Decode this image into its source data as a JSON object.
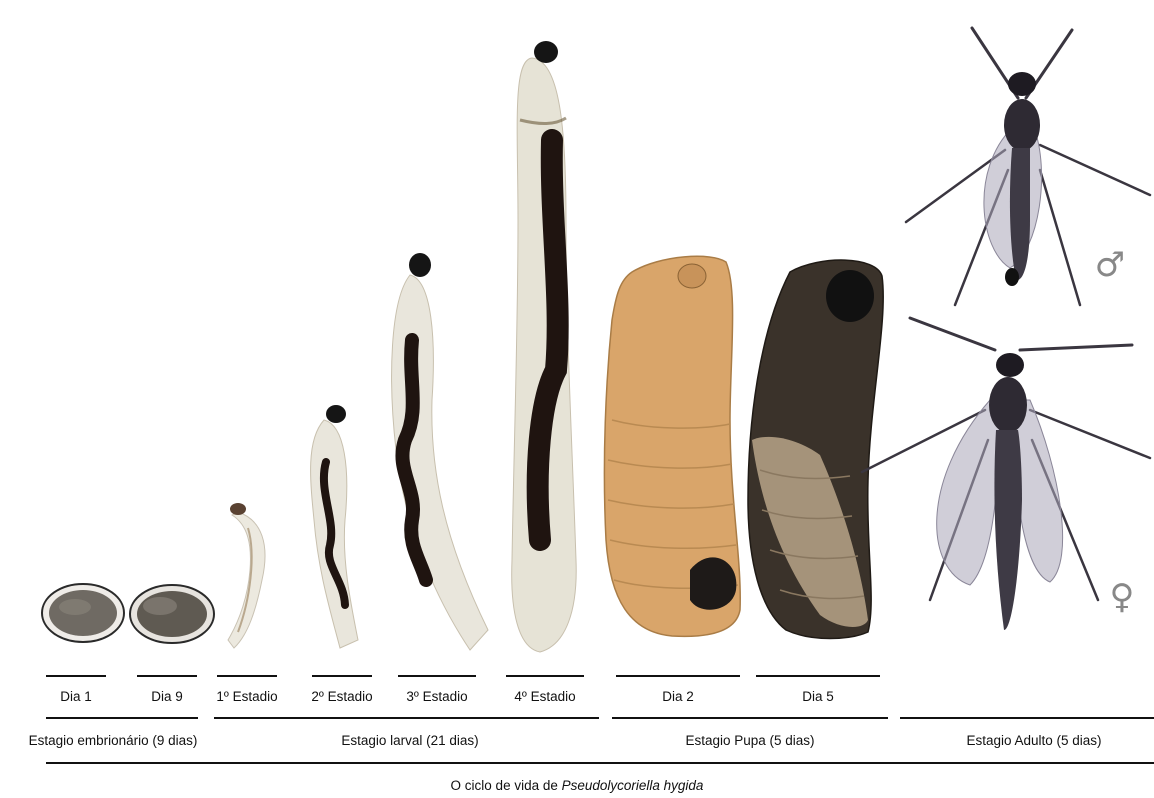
{
  "stages": [
    {
      "label": "Dia 1"
    },
    {
      "label": "Dia 9"
    },
    {
      "label": "1º Estadio"
    },
    {
      "label": "2º Estadio"
    },
    {
      "label": "3º Estadio"
    },
    {
      "label": "4º Estadio"
    },
    {
      "label": "Dia 2"
    },
    {
      "label": "Dia 5"
    }
  ],
  "groups": [
    {
      "label": "Estagio embrionário (9 dias)"
    },
    {
      "label": "Estagio larval (21 dias)"
    },
    {
      "label": "Estagio Pupa (5 dias)"
    },
    {
      "label": "Estagio Adulto (5 dias)"
    }
  ],
  "adult_symbols": {
    "male": "♂",
    "female": "♀"
  },
  "caption": {
    "prefix": "O ciclo de vida de ",
    "species": "Pseudolycoriella hygida"
  },
  "colors": {
    "egg": "#6f6a63",
    "larva_body": "#e9e6dc",
    "larva_gut": "#1f1410",
    "head_capsule": "#151515",
    "pupa_light": "#d9a56a",
    "pupa_dark": "#3a322a",
    "adult_body": "#2e2a33",
    "adult_wing": "#a9a6b8"
  }
}
